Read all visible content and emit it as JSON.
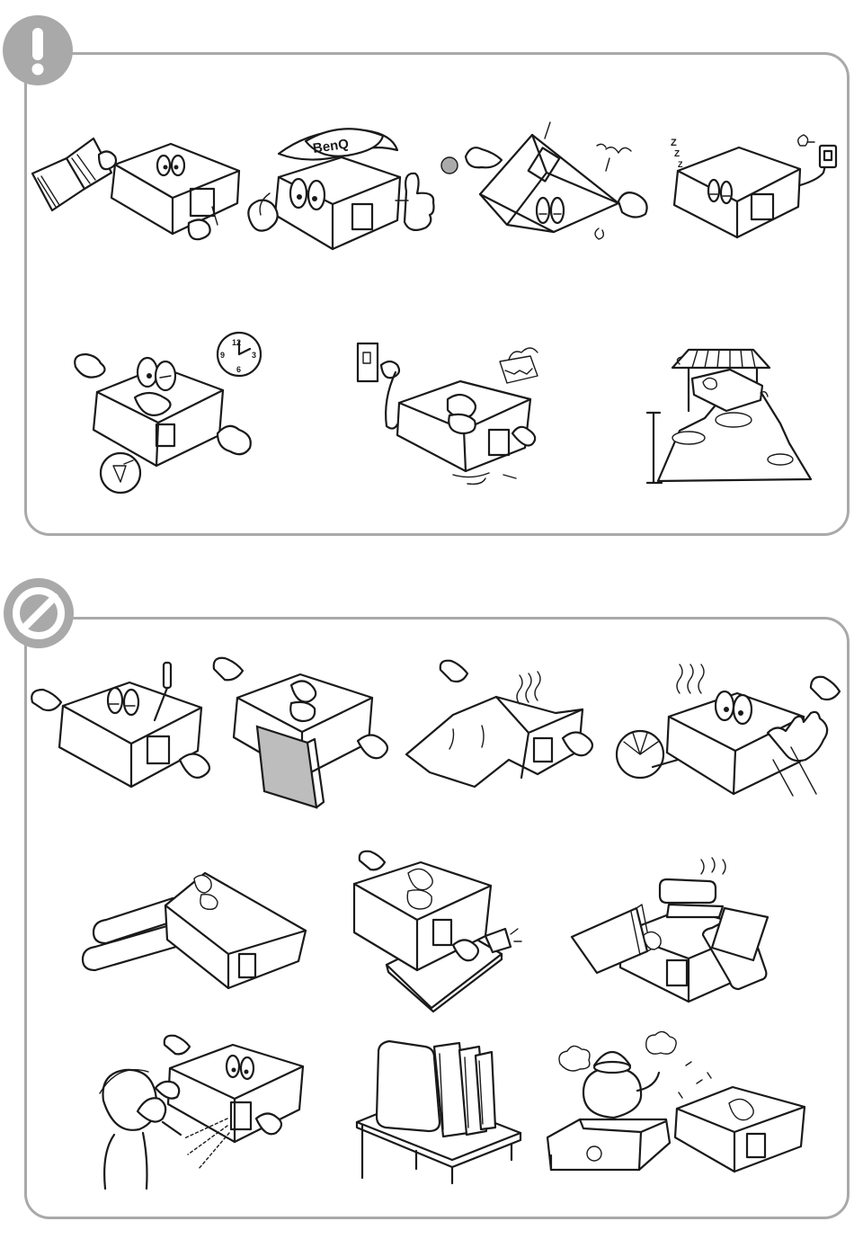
{
  "sections": {
    "do": {
      "icon": "warning-exclamation-icon"
    },
    "dont": {
      "icon": "prohibition-icon"
    }
  },
  "labels": {
    "cap_brand": "BenQ",
    "clock_12": "12",
    "clock_3": "3",
    "clock_6": "6",
    "clock_9": "9"
  },
  "colors": {
    "badge": "#a9a9a9",
    "panel_border": "#a9a9a9",
    "line": "#1a1a1a"
  }
}
